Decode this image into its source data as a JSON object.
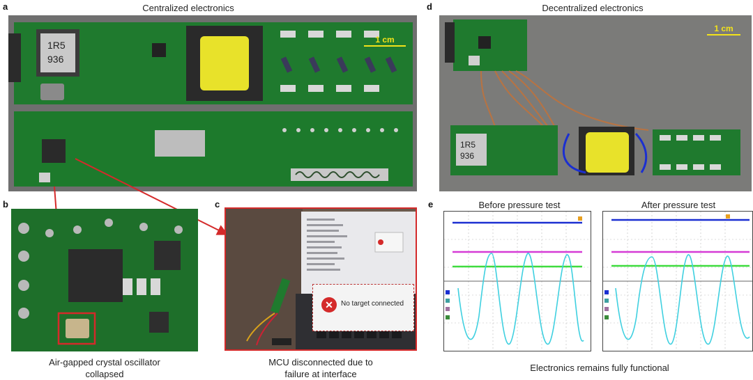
{
  "panels": {
    "a": {
      "letter": "a",
      "title": "Centralized electronics",
      "scale_label": "1 cm"
    },
    "b": {
      "letter": "b",
      "caption_line1": "Air-gapped crystal oscillator",
      "caption_line2": "collapsed"
    },
    "c": {
      "letter": "c",
      "caption_line1": "MCU disconnected due to",
      "caption_line2": "failure at interface",
      "dialog_text": "No target connected"
    },
    "d": {
      "letter": "d",
      "title": "Decentralized electronics",
      "scale_label": "1 cm"
    },
    "e": {
      "letter": "e",
      "left_title": "Before pressure test",
      "right_title": "After pressure test",
      "caption": "Electronics remains fully functional"
    }
  },
  "colors": {
    "pcb_green": "#1f7a2e",
    "highlight_red": "#d42a2a",
    "scale_yellow": "#f3e31a",
    "trace_blue": "#1b2fd1",
    "trace_magenta": "#d63ad6",
    "trace_green": "#3fdc3f",
    "trace_cyan": "#3fd0e0"
  }
}
